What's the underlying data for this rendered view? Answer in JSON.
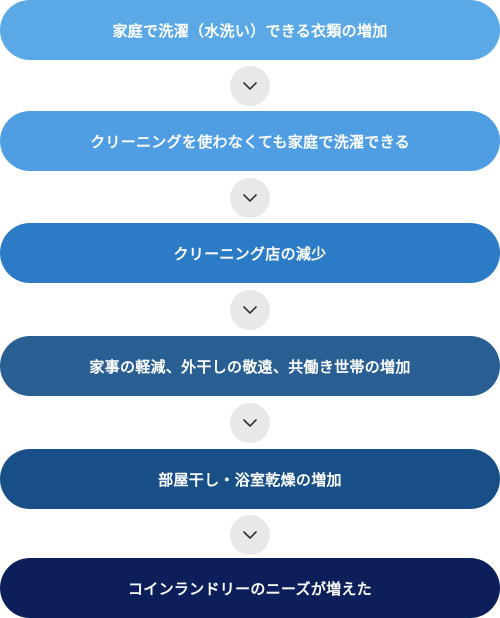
{
  "steps": [
    {
      "label": "家庭で洗濯（水洗い）できる衣類の増加",
      "color": "#5aa8e6"
    },
    {
      "label": "クリーニングを使わなくても家庭で洗濯できる",
      "color": "#4f9ee3"
    },
    {
      "label": "クリーニング店の減少",
      "color": "#2b7bc6"
    },
    {
      "label": "家事の軽減、外干しの敬遠、共働き世帯の増加",
      "color": "#2a5f93"
    },
    {
      "label": "部屋干し・浴室乾燥の増加",
      "color": "#174f86"
    },
    {
      "label": "コインランドリーのニーズが増えた",
      "color": "#0c1f5a"
    }
  ],
  "connector_icon": "chevron-down-icon",
  "connector_color": "#e8e8e8"
}
